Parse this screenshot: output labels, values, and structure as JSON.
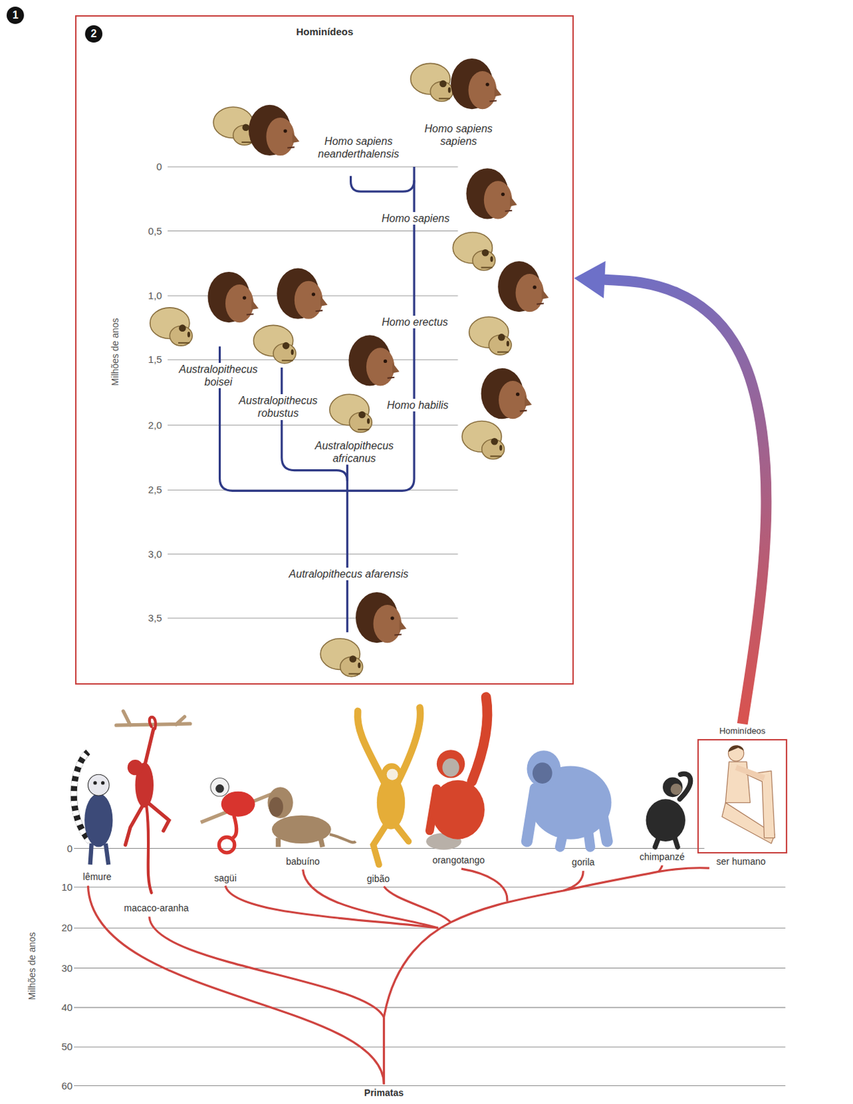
{
  "diagram": {
    "nodes": [
      {
        "text": [
          "Hominídeos"
        ]
      },
      {
        "text": [
          "Hominídeos"
        ]
      }
    ],
    "edges": [
      {
        "from": 1,
        "to": 0,
        "arrow": "to"
      }
    ],
    "labels": [
      "1",
      "2",
      "Homo sapiens sapiens",
      "Homo sapiens neanderthalensis",
      "0",
      "Homo sapiens",
      "0,5",
      "1,0",
      "Milhões de anos",
      "Homo erectus",
      "1,5",
      "Australopithecus boisei",
      "Australopithecus robustus",
      "Homo habilis",
      "2,0",
      "Australopithecus africanus",
      "2,5",
      "3,0",
      "Autralopithecus afarensis",
      "3,5",
      "0",
      "lêmure",
      "macaco-aranha",
      "sagüi",
      "babuíno",
      "gibão",
      "orangotango",
      "gorila",
      "chimpanzé",
      "ser humano",
      "10",
      "20",
      "30",
      "Milhões de anos",
      "40",
      "50",
      "60",
      "Primatas"
    ]
  }
}
